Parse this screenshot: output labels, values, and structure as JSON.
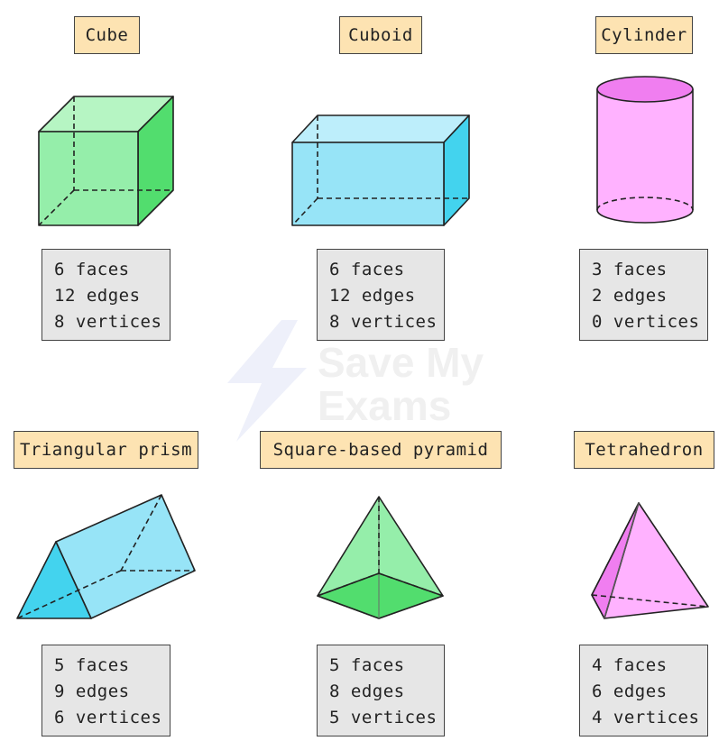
{
  "watermark": {
    "line1": "Save My",
    "line2": "Exams"
  },
  "colors": {
    "label_bg": "#fde3b2",
    "info_bg": "#e6e6e6",
    "green": "#95eeaa",
    "green_dark": "#52dd6e",
    "blue": "#97e4f7",
    "blue_dark": "#43d3ee",
    "pink": "#ffb2ff",
    "pink_dark": "#f07ef0"
  },
  "shapes": [
    {
      "name": "Cube",
      "faces": "6 faces",
      "edges": "12 edges",
      "vertices": "8 vertices"
    },
    {
      "name": "Cuboid",
      "faces": "6 faces",
      "edges": "12 edges",
      "vertices": "8 vertices"
    },
    {
      "name": "Cylinder",
      "faces": "3 faces",
      "edges": "2 edges",
      "vertices": "0 vertices"
    },
    {
      "name": "Triangular prism",
      "faces": "5 faces",
      "edges": "9 edges",
      "vertices": "6 vertices"
    },
    {
      "name": "Square-based pyramid",
      "faces": "5 faces",
      "edges": "8 edges",
      "vertices": "5 vertices"
    },
    {
      "name": "Tetrahedron",
      "faces": "4 faces",
      "edges": "6 edges",
      "vertices": "4 vertices"
    }
  ]
}
